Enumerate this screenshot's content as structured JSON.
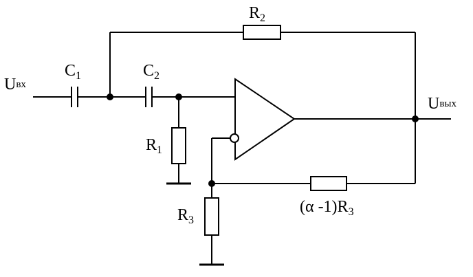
{
  "labels": {
    "u_in": {
      "main": "U",
      "sub": "вх"
    },
    "u_out": {
      "main": "U",
      "sub": "вых"
    },
    "c1": {
      "main": "C",
      "sub": "1"
    },
    "c2": {
      "main": "C",
      "sub": "2"
    },
    "r1": {
      "main": "R",
      "sub": "1"
    },
    "r2": {
      "main": "R",
      "sub": "2"
    },
    "r3": {
      "main": "R",
      "sub": "3"
    },
    "r4": {
      "prefix": "(α -1)R",
      "sub": "3"
    }
  }
}
